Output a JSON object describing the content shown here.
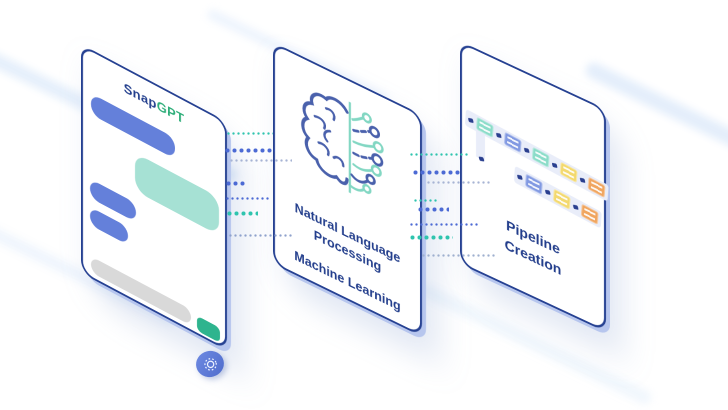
{
  "chat_card": {
    "brand_primary": "Snap",
    "brand_accent": "GPT"
  },
  "nlp_card": {
    "label_nlp": "Natural Language Processing",
    "label_ml": "Machine Learning"
  },
  "pipeline_card": {
    "label": "Pipeline Creation"
  },
  "icons": {
    "nlp": "brain-circuit-icon",
    "badge": "gear-icon",
    "chat_send": "send-button-pill",
    "flow": "dotted-data-flow-lines"
  },
  "colors": {
    "card_border_navy": "#264192",
    "text_navy": "#233e8c",
    "brand_green": "#2fae7a",
    "chat_bubble_blue": "#6480da",
    "chat_bubble_mint": "#a6e1d4",
    "chat_input_gray": "#d9d9d9",
    "send_green": "#2eb48e",
    "badge_blue": "#5f7cd8",
    "dot_teal": "#2ec4ae",
    "dot_blue": "#4c6ad4",
    "dot_gray": "#a7b4d4",
    "node_mint": "#8bdcc9",
    "node_blue": "#8199e2",
    "node_yellow": "#f3d96e",
    "node_orange": "#f0a55f",
    "node_track": "#e9edf9",
    "brain_blue": "#4a61ac",
    "brain_teal": "#83d7c3"
  }
}
